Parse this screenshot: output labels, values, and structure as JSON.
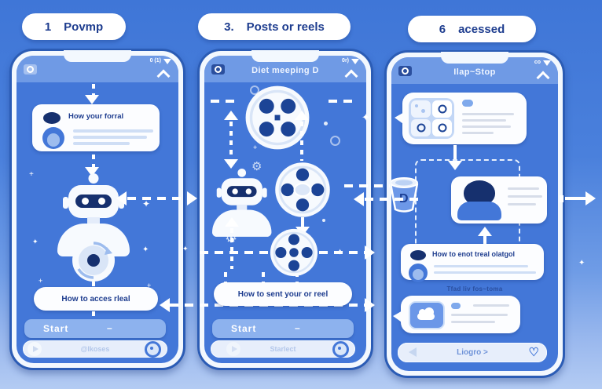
{
  "colors": {
    "background_top": "#3f76d7",
    "background_bottom": "#b3cbf3",
    "screen_blue": "#4377d8",
    "navy": "#1e3d8f",
    "header_blue": "#6f9ae5",
    "accent_light": "#cfdef5"
  },
  "icons": {
    "sparkle": "✦",
    "plus": "+",
    "gear": "⚙",
    "heart": "♡"
  },
  "step_labels": {
    "step1": {
      "number": "1",
      "label": "Povmp"
    },
    "step2": {
      "number": "3.",
      "label": "Posts or reels"
    },
    "step3": {
      "number": "6",
      "label": "acessed"
    }
  },
  "phone1": {
    "status": "0 (1)",
    "card_title": "How your forral",
    "pill_label": "How to acces rleal",
    "start_label": "Start",
    "start_dash": "–",
    "handle": "@lkoses"
  },
  "phone2": {
    "status": "0r)",
    "header_title": "Diet meeping D",
    "pill_label": "How to sent your or reel",
    "start_label": "Start",
    "start_dash": "–",
    "handle": "Starlect"
  },
  "phone3": {
    "status": "co",
    "header_title": "Ilap~Stop",
    "card_title": "How to enot treal olatgol",
    "caption": "Tfad liv fos~toma",
    "bottom_label": "Liogro >",
    "bucket_letter": "D"
  }
}
